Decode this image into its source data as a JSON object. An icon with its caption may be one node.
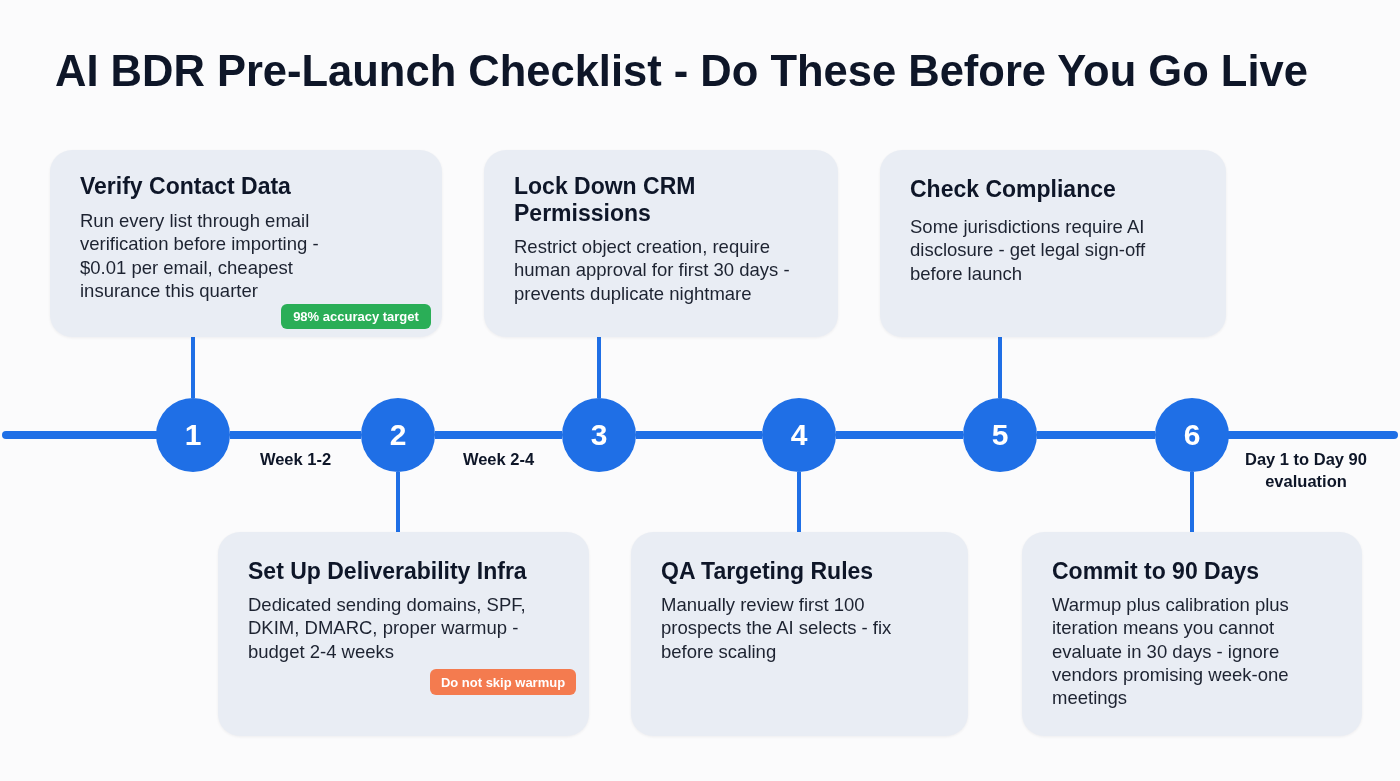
{
  "diagram": {
    "title": "AI BDR Pre-Launch Checklist - Do These Before You Go Live",
    "nodes": [
      {
        "text": [
          "Verify Contact Data",
          "Run every list through email verification before importing - $0.01 per email, cheapest insurance this quarter"
        ]
      },
      {
        "text": [
          "98% accuracy target"
        ],
        "in": 0
      },
      {
        "text": [
          "Lock Down CRM Permissions",
          "Restrict object creation, require human approval for first 30 days - prevents duplicate nightmare"
        ]
      },
      {
        "text": [
          "Check Compliance",
          "Some jurisdictions require AI disclosure - get legal sign-off before launch"
        ]
      },
      {
        "text": [
          "1"
        ]
      },
      {
        "text": [
          "2"
        ]
      },
      {
        "text": [
          "3"
        ]
      },
      {
        "text": [
          "4"
        ]
      },
      {
        "text": [
          "5"
        ]
      },
      {
        "text": [
          "6"
        ]
      },
      {
        "text": [
          "Set Up Deliverability Infra",
          "Dedicated sending domains, SPF, DKIM, DMARC, proper warmup - budget 2-4 weeks"
        ]
      },
      {
        "text": [
          "Do not skip warmup"
        ],
        "in": 10
      },
      {
        "text": [
          "QA Targeting Rules",
          "Manually review first 100 prospects the AI selects - fix before scaling"
        ]
      },
      {
        "text": [
          "Commit to 90 Days",
          "Warmup plus calibration plus iteration means you cannot evaluate in 30 days - ignore vendors promising week-one meetings"
        ]
      }
    ],
    "edges": [
      {
        "from": 0,
        "to": 4,
        "arrow": "none"
      },
      {
        "from": 2,
        "to": 6,
        "arrow": "none"
      },
      {
        "from": 3,
        "to": 8,
        "arrow": "none"
      },
      {
        "from": 10,
        "to": 5,
        "arrow": "none"
      },
      {
        "from": 12,
        "to": 7,
        "arrow": "none"
      },
      {
        "from": 13,
        "to": 9,
        "arrow": "none"
      },
      {
        "from": 4,
        "to": 5,
        "arrow": "none",
        "label": "Week 1-2",
        "style": "thick"
      },
      {
        "from": 5,
        "to": 6,
        "arrow": "none",
        "label": "Week 2-4",
        "style": "thick"
      },
      {
        "from": 6,
        "to": 7,
        "arrow": "none",
        "style": "thick"
      },
      {
        "from": 7,
        "to": 8,
        "arrow": "none",
        "style": "thick"
      },
      {
        "from": 8,
        "to": 9,
        "arrow": "none",
        "style": "thick"
      }
    ],
    "labels": [
      "Day 1 to Day 90 evaluation"
    ]
  }
}
